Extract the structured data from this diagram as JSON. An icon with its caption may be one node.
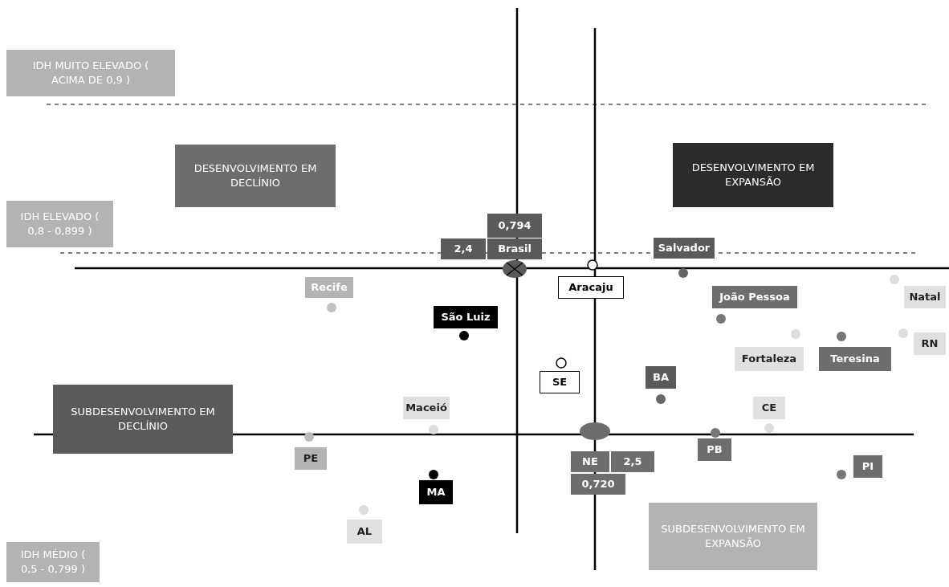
{
  "diagram": {
    "nodes": [
      {
        "text": [
          "IDH MUITO ELEVADO ( ACIMA DE 0,9 )"
        ]
      },
      {
        "text": [
          "DESENVOLVIMENTO EM DECLÍNIO"
        ]
      },
      {
        "text": [
          "DESENVOLVIMENTO EM EXPANSÃO"
        ]
      },
      {
        "text": [
          "IDH ELEVADO ( 0,8 - 0,899 )"
        ]
      },
      {
        "text": [
          "0,794"
        ]
      },
      {
        "text": [
          "2,4"
        ]
      },
      {
        "text": [
          "Brasil"
        ]
      },
      {
        "text": [
          "Salvador"
        ]
      },
      {
        "text": [
          "Recife"
        ]
      },
      {
        "text": [
          "Aracaju"
        ]
      },
      {
        "text": [
          "João Pessoa"
        ]
      },
      {
        "text": [
          "Natal"
        ]
      },
      {
        "text": [
          "São Luiz"
        ]
      },
      {
        "text": [
          "Fortaleza"
        ]
      },
      {
        "text": [
          "Teresina"
        ]
      },
      {
        "text": [
          "RN"
        ]
      },
      {
        "text": [
          "SE"
        ]
      },
      {
        "text": [
          "BA"
        ]
      },
      {
        "text": [
          "SUBDESENVOLVIMENTO EM DECLÍNIO"
        ]
      },
      {
        "text": [
          "Maceió"
        ]
      },
      {
        "text": [
          "CE"
        ]
      },
      {
        "text": [
          "PE"
        ]
      },
      {
        "text": [
          "NE"
        ]
      },
      {
        "text": [
          "2,5"
        ]
      },
      {
        "text": [
          "PB"
        ]
      },
      {
        "text": [
          "PI"
        ]
      },
      {
        "text": [
          "0,720"
        ]
      },
      {
        "text": [
          "MA"
        ]
      },
      {
        "text": [
          "SUBDESENVOLVIMENTO EM EXPANSÃO"
        ]
      },
      {
        "text": [
          "AL"
        ]
      },
      {
        "text": [
          "IDH MÉDIO ( 0,5 - 0,799 )"
        ]
      }
    ]
  }
}
